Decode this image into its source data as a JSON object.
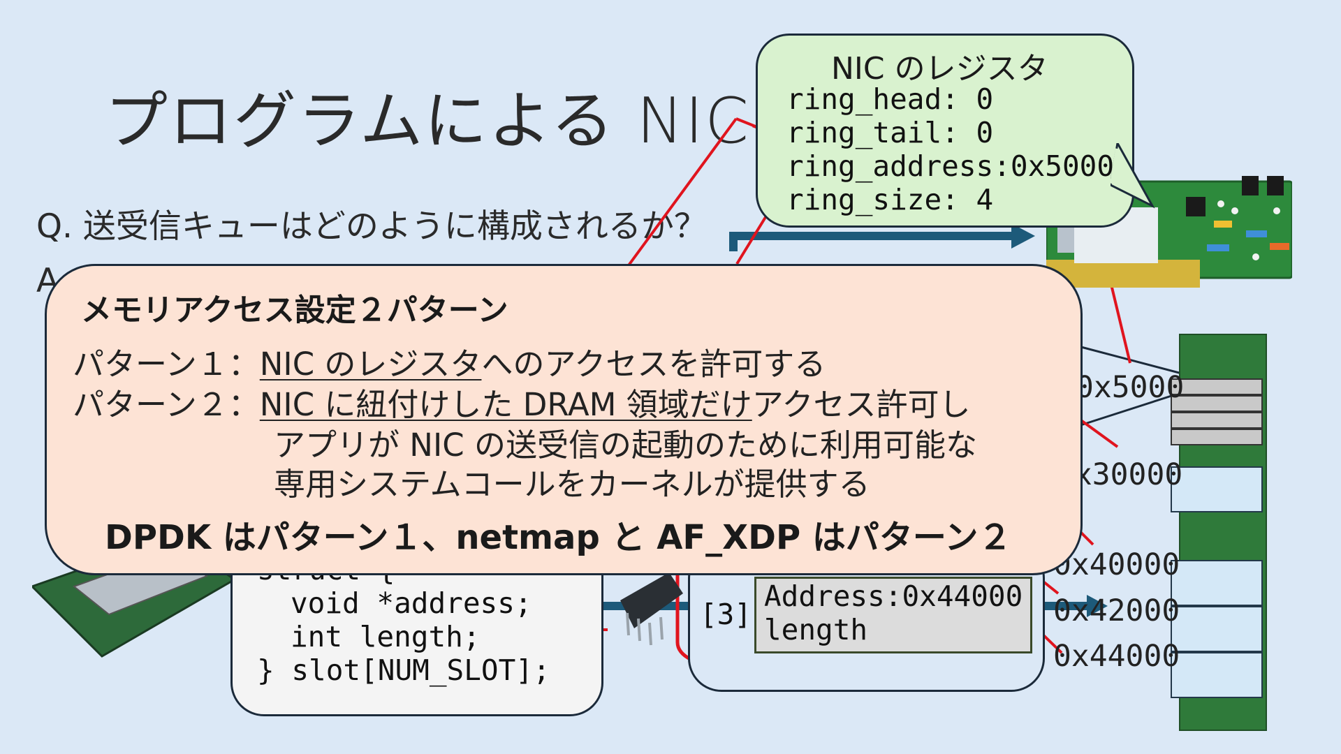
{
  "slide": {
    "title": "プログラムによる NIC の",
    "question": "Q. 送受信キューはどのように構成されるか？",
    "answer_prefix": "A"
  },
  "nic_registers": {
    "title": "NIC のレジスタ",
    "ring_head": "ring_head: 0",
    "ring_tail": "ring_tail: 0",
    "ring_address": "ring_address:0x5000",
    "ring_size": "ring_size: 4"
  },
  "code": {
    "line1": "struct {",
    "line2": "void *address;",
    "line3": "int   length;",
    "line4": "} slot[NUM_SLOT];"
  },
  "ring": {
    "index_label": "[3]",
    "slot_address": "Address:0x44000",
    "slot_length": "length"
  },
  "memory_addresses": {
    "a1": "0x5000",
    "a2": "0x30000",
    "a3": "0x40000",
    "a4": "0x42000",
    "a5": "0x44000"
  },
  "overlay": {
    "heading": "メモリアクセス設定２パターン",
    "p1_label": "パターン１：",
    "p1_underlined": "NIC のレジスタ",
    "p1_rest": "へのアクセスを許可する",
    "p2_label": "パターン２：",
    "p2_underlined": "NIC に紐付けした DRAM 領域だけ",
    "p2_rest": "アクセス許可し",
    "p2_line2": "アプリが NIC の送受信の起動のために利用可能な",
    "p2_line3": "専用システムコールをカーネルが提供する",
    "summary": "DPDK はパターン１、netmap と AF_XDP はパターン２"
  },
  "colors": {
    "background": "#dbe8f6",
    "overlay_fill": "#fde3d5",
    "nic_bubble_fill": "#d9f2cf",
    "annotation_red": "#e0141e",
    "arrow_blue": "#1d5a7a"
  }
}
